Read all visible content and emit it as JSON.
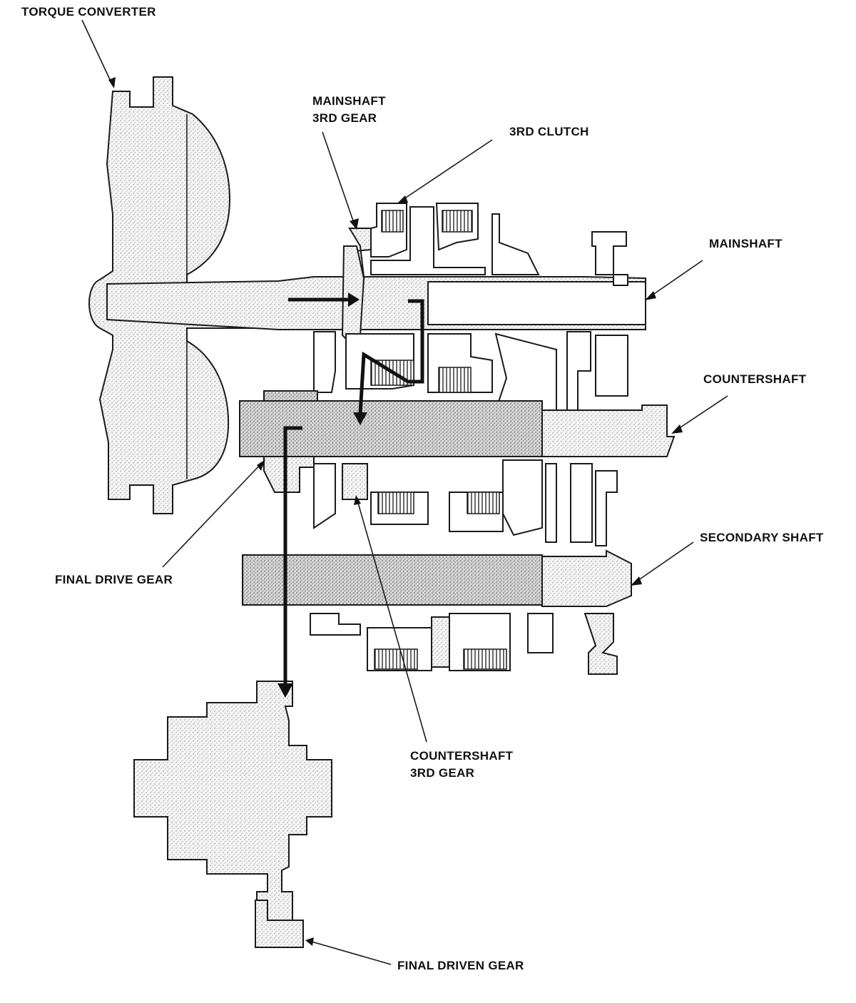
{
  "labels": {
    "torque_converter": "TORQUE CONVERTER",
    "mainshaft_3rd_gear_line1": "MAINSHAFT",
    "mainshaft_3rd_gear_line2": "3RD GEAR",
    "third_clutch": "3RD CLUTCH",
    "mainshaft": "MAINSHAFT",
    "countershaft": "COUNTERSHAFT",
    "secondary_shaft": "SECONDARY SHAFT",
    "final_drive_gear": "FINAL DRIVE GEAR",
    "countershaft_3rd_gear_line1": "COUNTERSHAFT",
    "countershaft_3rd_gear_line2": "3RD GEAR",
    "final_driven_gear": "FINAL DRIVEN GEAR"
  },
  "colors": {
    "line": "#1a1a1a",
    "stipple": "#9a9a9a",
    "paper": "#ffffff"
  }
}
